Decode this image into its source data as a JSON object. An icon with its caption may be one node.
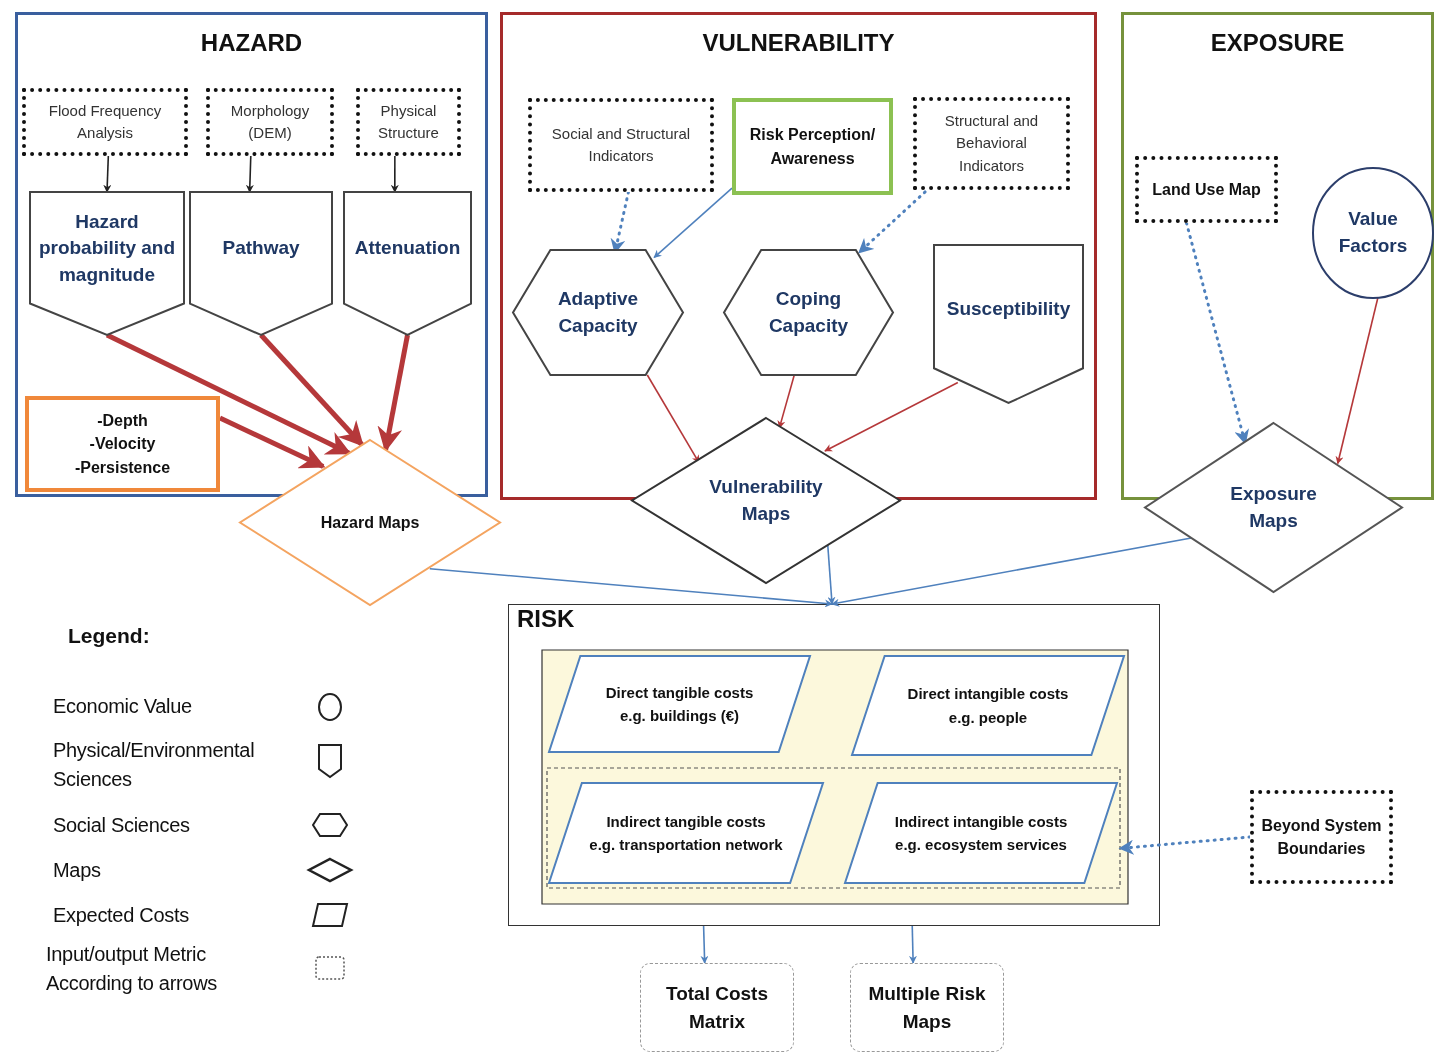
{
  "diagram": {
    "nodes": [
      {
        "text": [
          "HAZARD"
        ]
      },
      {
        "text": [
          "Flood Frequency Analysis"
        ],
        "in": 0
      },
      {
        "text": [
          "Morphology (DEM)"
        ],
        "in": 0
      },
      {
        "text": [
          "Physical Structure"
        ],
        "in": 0
      },
      {
        "text": [
          "Hazard probability and magnitude"
        ],
        "in": 0
      },
      {
        "text": [
          "Pathway"
        ],
        "in": 0
      },
      {
        "text": [
          "Attenuation"
        ],
        "in": 0
      },
      {
        "text": [
          "-Depth",
          "-Velocity",
          "-Persistence"
        ],
        "in": 0
      },
      {
        "text": [
          "Hazard Maps"
        ]
      },
      {
        "text": [
          "VULNERABILITY"
        ]
      },
      {
        "text": [
          "Social and Structural Indicators"
        ],
        "in": 9
      },
      {
        "text": [
          "Risk Perception/ Awareness"
        ],
        "in": 9
      },
      {
        "text": [
          "Structural and Behavioral Indicators"
        ],
        "in": 9
      },
      {
        "text": [
          "Adaptive Capacity"
        ],
        "in": 9
      },
      {
        "text": [
          "Coping Capacity"
        ],
        "in": 9
      },
      {
        "text": [
          "Susceptibility"
        ],
        "in": 9
      },
      {
        "text": [
          "Vulnerability Maps"
        ]
      },
      {
        "text": [
          "EXPOSURE"
        ]
      },
      {
        "text": [
          "Land Use Map"
        ],
        "in": 17
      },
      {
        "text": [
          "Value Factors"
        ],
        "in": 17
      },
      {
        "text": [
          "Exposure Maps"
        ]
      },
      {
        "text": [
          "RISK"
        ]
      },
      {
        "text": [],
        "shape": "box",
        "in": 21
      },
      {
        "text": [],
        "shape": "box",
        "in": 22
      },
      {
        "text": [
          "Direct tangible costs",
          "e.g. buildings (€)"
        ],
        "in": 22
      },
      {
        "text": [
          "Direct intangible costs",
          "e.g. people"
        ],
        "in": 22
      },
      {
        "text": [
          "Indirect tangible costs",
          "e.g. transportation network"
        ],
        "in": 23
      },
      {
        "text": [
          "Indirect intangible costs",
          "e.g. ecosystem services"
        ],
        "in": 23
      },
      {
        "text": [
          "Beyond System Boundaries"
        ]
      },
      {
        "text": [
          "Total Costs Matrix"
        ]
      },
      {
        "text": [
          "Multiple Risk Maps"
        ]
      }
    ],
    "edges": [
      {
        "from": 1,
        "to": 4,
        "arrow": "to",
        "color": "#222222"
      },
      {
        "from": 2,
        "to": 5,
        "arrow": "to",
        "color": "#222222"
      },
      {
        "from": 3,
        "to": 6,
        "arrow": "to",
        "color": "#222222"
      },
      {
        "from": 4,
        "to": 8,
        "arrow": "to",
        "style": "thick",
        "color": "#b5383a"
      },
      {
        "from": 5,
        "to": 8,
        "arrow": "to",
        "style": "thick",
        "color": "#b5383a"
      },
      {
        "from": 6,
        "to": 8,
        "arrow": "to",
        "style": "thick",
        "color": "#b5383a"
      },
      {
        "from": 7,
        "to": 8,
        "arrow": "to",
        "style": "thick",
        "color": "#b5383a"
      },
      {
        "from": 10,
        "to": 13,
        "arrow": "to",
        "style": "dashed"
      },
      {
        "from": 11,
        "to": 13,
        "arrow": "to"
      },
      {
        "from": 12,
        "to": 14,
        "arrow": "to",
        "style": "dashed"
      },
      {
        "from": 13,
        "to": 16,
        "arrow": "to",
        "color": "#b5383a"
      },
      {
        "from": 14,
        "to": 16,
        "arrow": "to",
        "color": "#b5383a"
      },
      {
        "from": 15,
        "to": 16,
        "arrow": "to",
        "color": "#b5383a"
      },
      {
        "from": 18,
        "to": 20,
        "arrow": "to",
        "style": "dashed"
      },
      {
        "from": 19,
        "to": 20,
        "arrow": "to",
        "color": "#b5383a"
      },
      {
        "from": 8,
        "to": 21,
        "arrow": "to"
      },
      {
        "from": 16,
        "to": 21,
        "arrow": "to"
      },
      {
        "from": 20,
        "to": 21,
        "arrow": "to"
      },
      {
        "from": 28,
        "to": 23,
        "arrow": "to",
        "style": "dashed"
      },
      {
        "from": 21,
        "to": 29,
        "arrow": "to"
      },
      {
        "from": 21,
        "to": 30,
        "arrow": "to"
      }
    ],
    "labels": [
      "Legend:"
    ],
    "legend": [
      {
        "text": "Economic Value"
      },
      {
        "text": "Physical/Environmental Sciences"
      },
      {
        "text": "Social Sciences"
      },
      {
        "text": "Maps"
      },
      {
        "text": "Expected Costs"
      },
      {
        "text": "Input/output Metric According to arrows"
      }
    ]
  }
}
